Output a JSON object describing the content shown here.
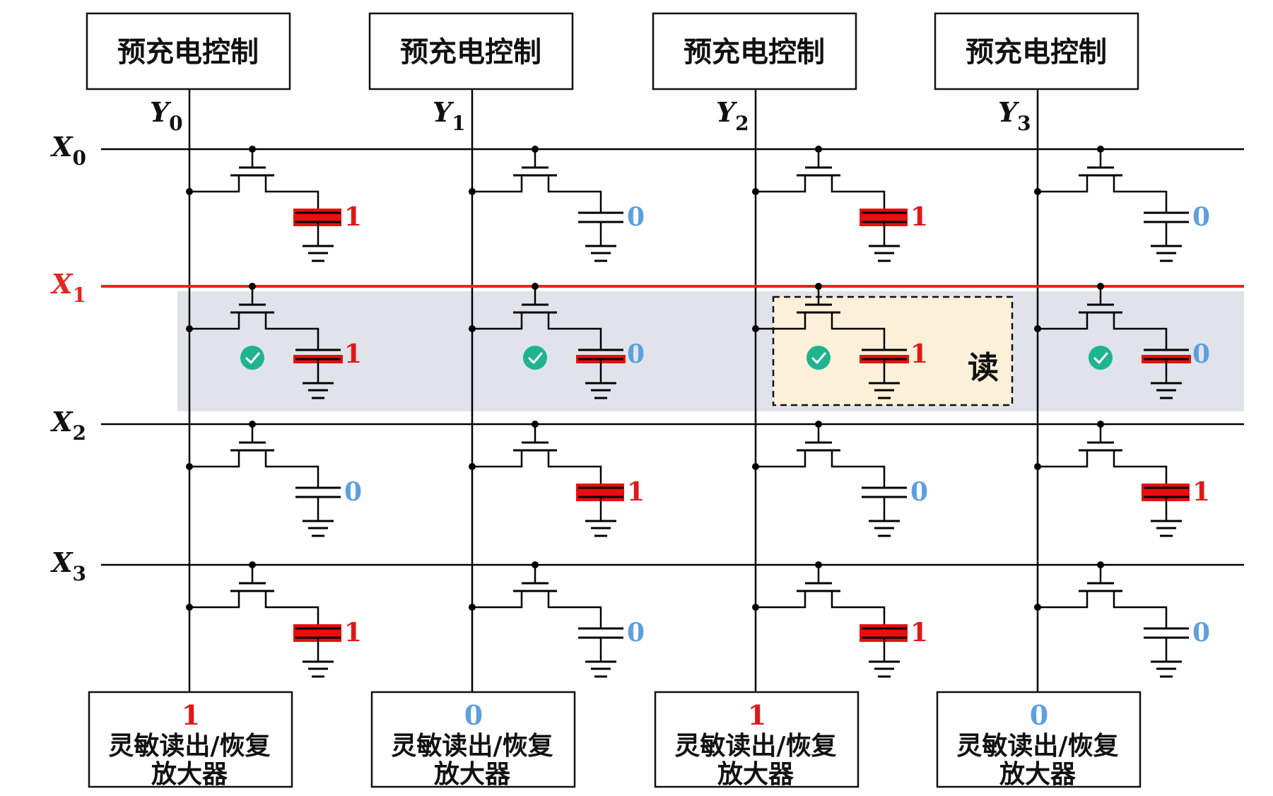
{
  "colors": {
    "wire": "#000000",
    "selected_row": "#e3261e",
    "bit_one": "#e01818",
    "bit_zero": "#5b9fe0",
    "charge_fill": "#e80f0f",
    "highlight_band": "#e1e3ea",
    "read_box_fill": "#fcf0d8",
    "check_icon": "#1fb48e"
  },
  "precharge_boxes": [
    {
      "label": "预充电控制"
    },
    {
      "label": "预充电控制"
    },
    {
      "label": "预充电控制"
    },
    {
      "label": "预充电控制"
    }
  ],
  "columns": [
    {
      "label": "Y",
      "subscript": "0"
    },
    {
      "label": "Y",
      "subscript": "1"
    },
    {
      "label": "Y",
      "subscript": "2"
    },
    {
      "label": "Y",
      "subscript": "3"
    }
  ],
  "rows": [
    {
      "label": "X",
      "subscript": "0",
      "selected": false
    },
    {
      "label": "X",
      "subscript": "1",
      "selected": true
    },
    {
      "label": "X",
      "subscript": "2",
      "selected": false
    },
    {
      "label": "X",
      "subscript": "3",
      "selected": false
    }
  ],
  "cells": [
    [
      "1",
      "0",
      "1",
      "0"
    ],
    [
      "1",
      "0",
      "1",
      "0"
    ],
    [
      "0",
      "1",
      "0",
      "1"
    ],
    [
      "1",
      "0",
      "1",
      "0"
    ]
  ],
  "selected_row_index": 1,
  "read_highlight": {
    "row": 1,
    "column": 2,
    "label": "读"
  },
  "check_icon": "check-circle-icon",
  "sense_amplifiers": [
    {
      "output": "1",
      "line1": "灵敏读出/恢复",
      "line2": "放大器"
    },
    {
      "output": "0",
      "line1": "灵敏读出/恢复",
      "line2": "放大器"
    },
    {
      "output": "1",
      "line1": "灵敏读出/恢复",
      "line2": "放大器"
    },
    {
      "output": "0",
      "line1": "灵敏读出/恢复",
      "line2": "放大器"
    }
  ]
}
